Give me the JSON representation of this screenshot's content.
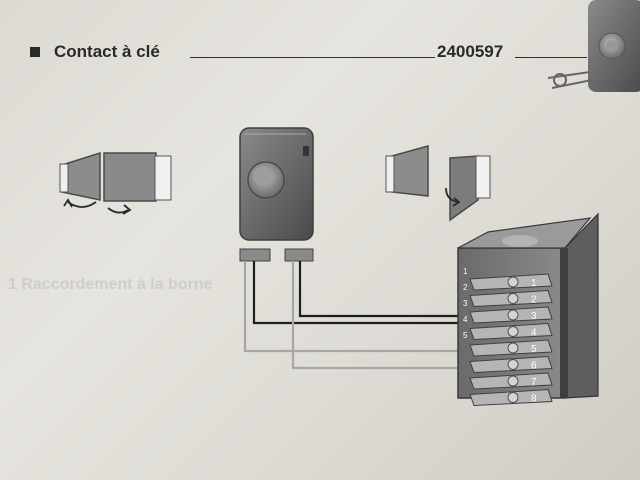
{
  "header": {
    "title": "Contact à clé",
    "code": "2400597"
  },
  "background_text": "1 Raccordement à la borne",
  "terminal_numbers": [
    "1",
    "2",
    "3",
    "4",
    "5",
    "6",
    "7",
    "8"
  ],
  "terminal_side_labels": [
    "1",
    "2",
    "3",
    "4",
    "5"
  ],
  "icons": {
    "bullet": "square-bullet",
    "keyswitch_thumb": "key-switch-with-keys",
    "rotate_arrows": "curved-rotate-arrow",
    "key_switch": "key-switch",
    "terminal_block": "terminal-block"
  },
  "colors": {
    "paper": "#e2e0d9",
    "ink": "#2a2a2a",
    "wire_dark": "#1e1e1e",
    "wire_light": "#a6a6a6",
    "device_body": "#6d6d6d"
  }
}
